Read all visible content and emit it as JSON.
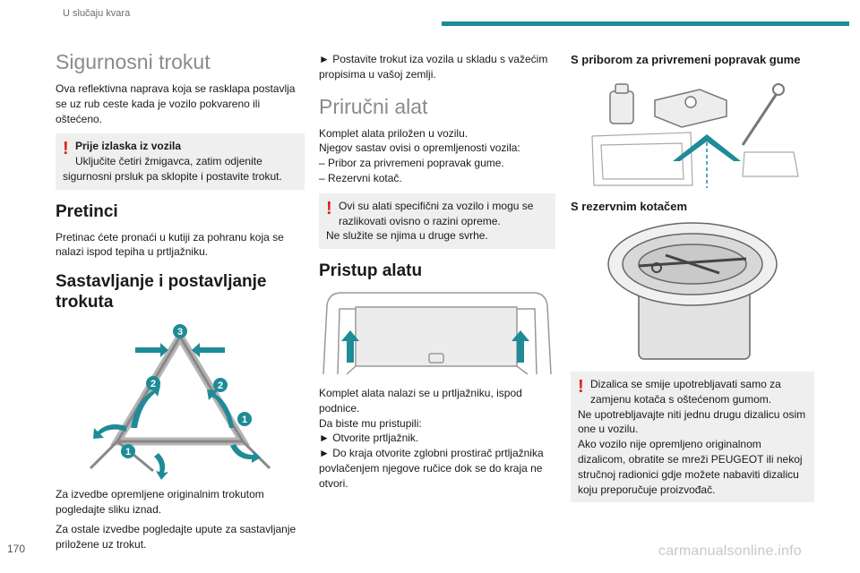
{
  "header": {
    "section": "U slučaju kvara"
  },
  "page_number": "170",
  "watermark": "carmanualsonline.info",
  "col1": {
    "title1": "Sigurnosni trokut",
    "intro": "Ova reflektivna naprava koja se rasklapa postavlja se uz rub ceste kada je vozilo pokvareno ili oštećeno.",
    "warn_title": "Prije izlaska iz vozila",
    "warn_line1": "Uključite četiri žmigavca, zatim odjenite",
    "warn_line2": "sigurnosni prsluk pa sklopite i postavite trokut.",
    "title2": "Pretinci",
    "pretinci_text": "Pretinac ćete pronaći u kutiji za pohranu koja se nalazi ispod tepiha u prtljažniku.",
    "title3": "Sastavljanje i postavljanje trokuta",
    "fig_numbers": [
      "1",
      "1",
      "2",
      "2",
      "3"
    ],
    "caption1": "Za izvedbe opremljene originalnim trokutom pogledajte sliku iznad.",
    "caption2": "Za ostale izvedbe pogledajte upute za sastavljanje priložene uz trokut."
  },
  "col2": {
    "step_top": "► Postavite trokut iza vozila u skladu s važećim propisima u vašoj zemlji.",
    "title_alat": "Priručni alat",
    "alat_lines": [
      "Komplet alata priložen u vozilu.",
      "Njegov sastav ovisi o opremljenosti vozila:",
      "– Pribor za privremeni popravak gume.",
      "– Rezervni kotač."
    ],
    "warn_line1": "Ovi su alati specifični za vozilo i mogu se",
    "warn_line2": "razlikovati ovisno o razini opreme.",
    "warn_line3": "Ne služite se njima u druge svrhe.",
    "title_pristup": "Pristup alatu",
    "pristup_lines": [
      "Komplet alata nalazi se u prtljažniku, ispod podnice.",
      "Da biste mu pristupili:",
      "► Otvorite prtljažnik.",
      "► Do kraja otvorite zglobni prostirač prtljažnika povlačenjem njegove ručice dok se do kraja ne otvori."
    ]
  },
  "col3": {
    "title_pribor": "S priborom za privremeni popravak gume",
    "title_kotac": "S rezervnim kotačem",
    "warn_line1": "Dizalica se smije upotrebljavati samo za",
    "warn_line2": "zamjenu kotača s oštećenom gumom.",
    "warn_rest": [
      "Ne upotrebljavajte niti jednu drugu dizalicu osim one u vozilu.",
      "Ako vozilo nije opremljeno originalnom dizalicom, obratite se mreži PEUGEOT ili nekoj stručnoj radionici gdje možete nabaviti dizalicu koju preporučuje proizvođač."
    ]
  },
  "colors": {
    "accent": "#1e8b96",
    "warning": "#d9241c",
    "note_bg": "#efefef"
  }
}
